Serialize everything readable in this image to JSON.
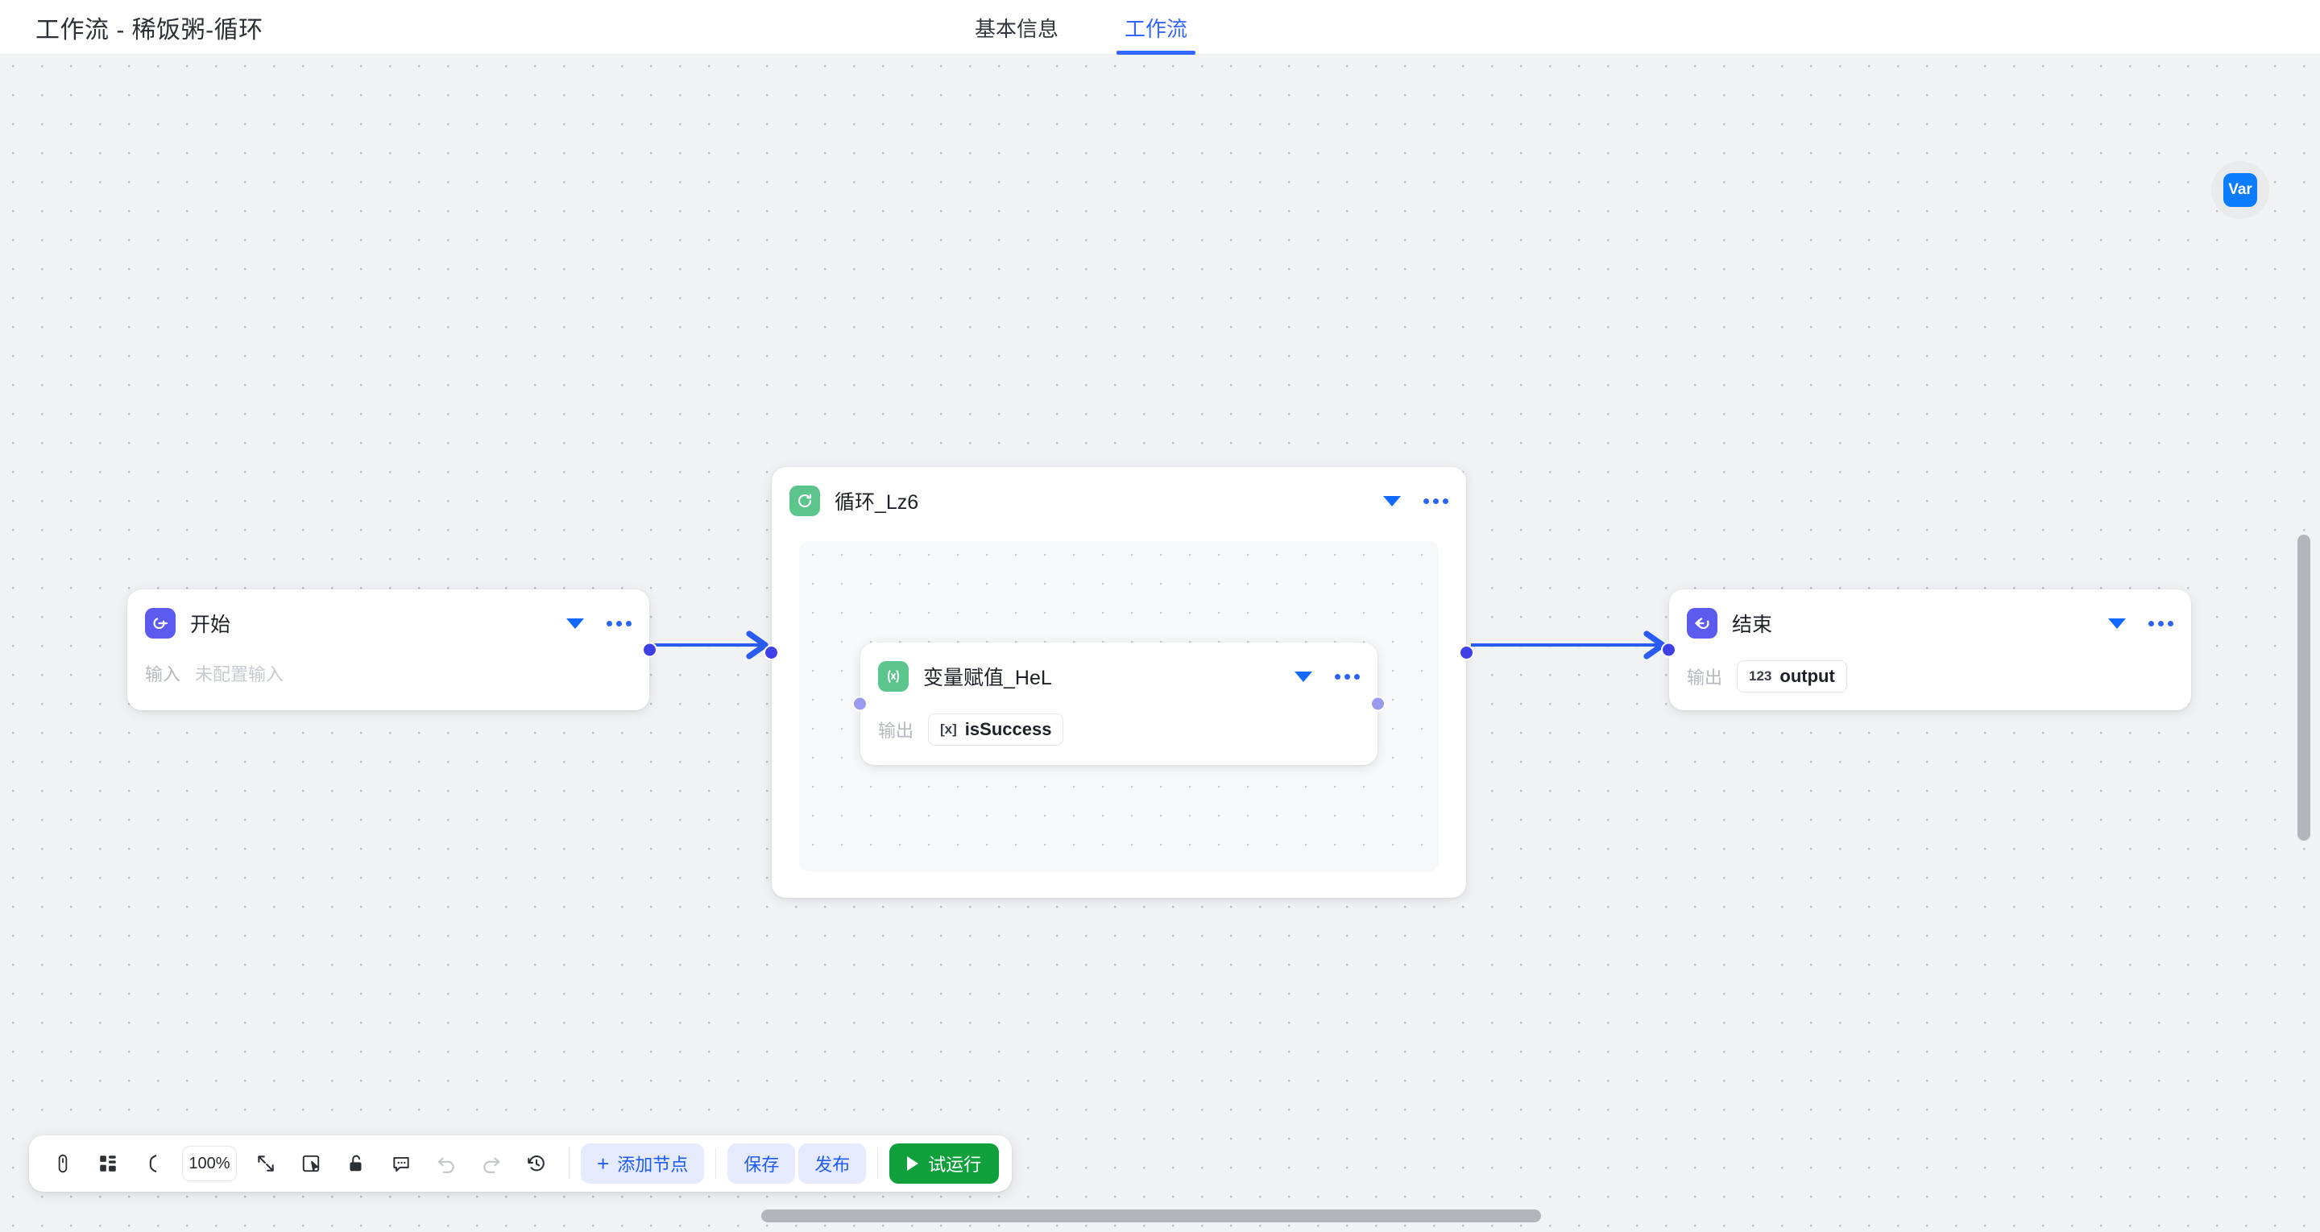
{
  "header": {
    "title": "工作流 - 稀饭粥-循环",
    "tabs": [
      {
        "label": "基本信息",
        "active": false
      },
      {
        "label": "工作流",
        "active": true
      }
    ]
  },
  "floating": {
    "var_button_label": "Var"
  },
  "canvas": {
    "zoom_level": "100%",
    "nodes": [
      {
        "id": "start",
        "title": "开始",
        "icon": "start-icon",
        "icon_color": "#5b5bf0",
        "field_label": "输入",
        "field_placeholder": "未配置输入"
      },
      {
        "id": "loop",
        "title": "循环_Lz6",
        "icon": "loop-icon",
        "icon_color": "#5bc58c"
      },
      {
        "id": "variable-assign",
        "title": "变量赋值_HeL",
        "icon": "variable-icon",
        "icon_color": "#5bc58c",
        "field_label": "输出",
        "output_var_type": "[x]",
        "output_var_name": "isSuccess"
      },
      {
        "id": "end",
        "title": "结束",
        "icon": "end-icon",
        "icon_color": "#5b5bf0",
        "field_label": "输出",
        "output_var_type": "123",
        "output_var_name": "output"
      }
    ]
  },
  "toolbar": {
    "zoom_label": "100%",
    "icons": [
      "mouse-pointer-icon",
      "layout-grid-icon",
      "bezier-curve-icon",
      "fit-view-icon",
      "select-area-icon",
      "unlock-icon",
      "comment-icon",
      "undo-icon",
      "redo-icon",
      "history-icon"
    ],
    "add_node_label": "添加节点",
    "save_label": "保存",
    "publish_label": "发布",
    "test_run_label": "试运行",
    "accent_blue": "#1f5cf0",
    "accent_green": "#0fa03c"
  }
}
